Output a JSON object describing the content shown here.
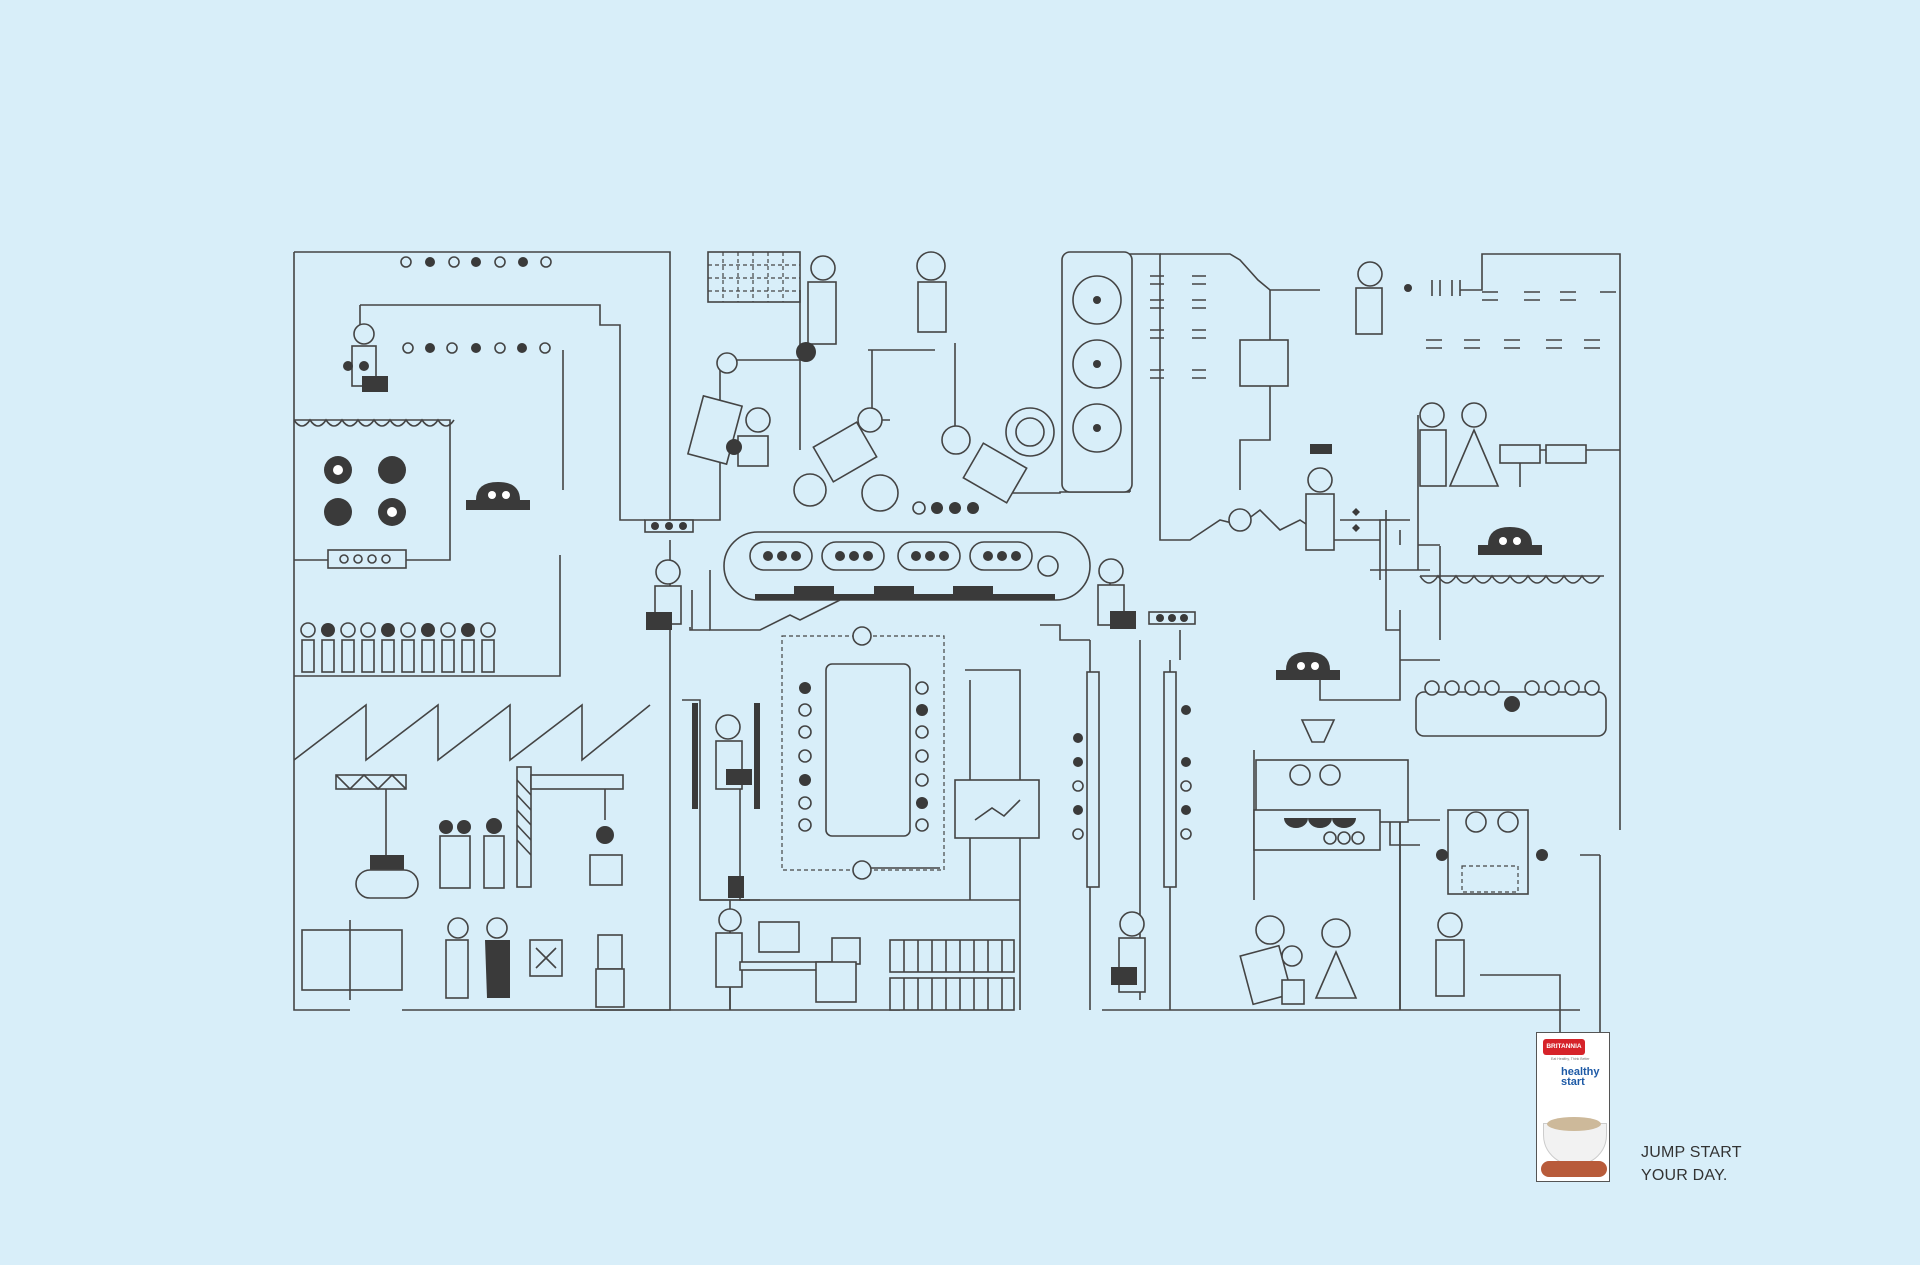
{
  "artwork": {
    "icon": "circuit-diagram-illustration"
  },
  "product": {
    "brand": "BRITANNIA",
    "tagline_small": "Eat Healthy, Think Better",
    "name_line1": "healthy",
    "name_line2": "start"
  },
  "headline": {
    "line1": "JUMP START",
    "line2": "YOUR DAY."
  }
}
